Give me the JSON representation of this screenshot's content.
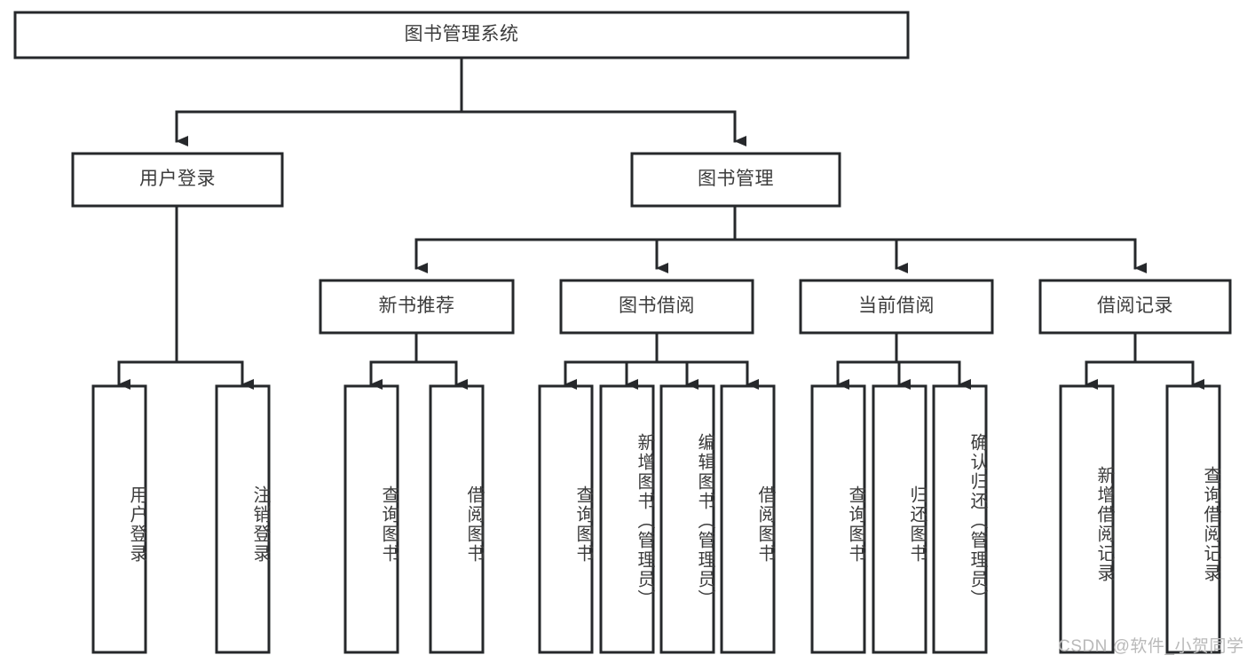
{
  "diagram": {
    "title": "图书管理系统",
    "type": "tree",
    "watermark": "CSDN @软件_小贺同学",
    "colors": {
      "stroke": "#26282b",
      "box_fill": "#ffffff",
      "text": "#3c3c3c",
      "background": "#ffffff",
      "watermark": "#b9b9b9"
    },
    "root": {
      "label": "图书管理系统",
      "level": 0
    },
    "level1": [
      {
        "label": "用户登录"
      },
      {
        "label": "图书管理"
      }
    ],
    "level2": [
      {
        "label": "新书推荐",
        "parent": "图书管理"
      },
      {
        "label": "图书借阅",
        "parent": "图书管理"
      },
      {
        "label": "当前借阅",
        "parent": "图书管理"
      },
      {
        "label": "借阅记录",
        "parent": "图书管理"
      }
    ],
    "leaves": {
      "用户登录": [
        {
          "label": "用户登录"
        },
        {
          "label": "注销登录"
        }
      ],
      "新书推荐": [
        {
          "label": "查询图书"
        },
        {
          "label": "借阅图书"
        }
      ],
      "图书借阅": [
        {
          "label": "查询图书"
        },
        {
          "label": "新增图书（管理员）"
        },
        {
          "label": "编辑图书（管理员）"
        },
        {
          "label": "借阅图书"
        }
      ],
      "当前借阅": [
        {
          "label": "查询图书"
        },
        {
          "label": "归还图书"
        },
        {
          "label": "确认归还（管理员）"
        }
      ],
      "借阅记录": [
        {
          "label": "新增借阅记录"
        },
        {
          "label": "查询借阅记录"
        }
      ]
    }
  }
}
